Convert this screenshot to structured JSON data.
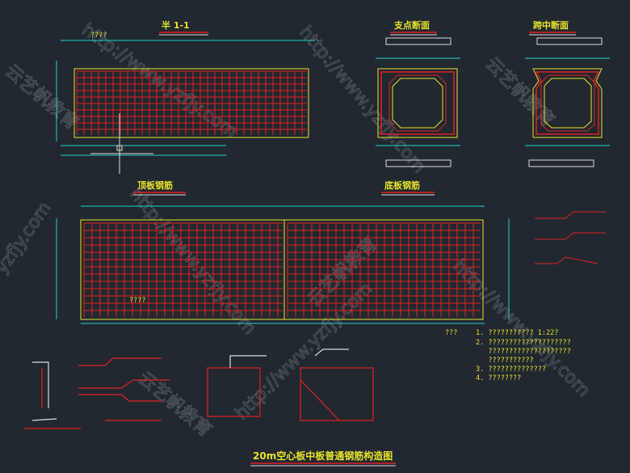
{
  "drawing": {
    "title": "20m空心板中板普通钢筋构造图",
    "views": {
      "half_section": "半 1-1",
      "support_section": "支点断面",
      "midspan_section": "跨中断面",
      "top_slab_rebar": "顶板钢筋",
      "bottom_slab_rebar": "底板钢筋"
    },
    "labels": {
      "section_tag": "????",
      "plan_tag": "????"
    },
    "notes": {
      "heading": "???",
      "items": [
        "1. ??????????? 1:22?",
        "2. ????????????????????",
        "   ????????????????????",
        "   ???????????",
        "3. ??????????????",
        "4. ????????"
      ]
    },
    "watermarks": [
      "http://www.yzfjy.com",
      "云艺帆教育",
      "yzfjy.com",
      "云艺帆教育"
    ],
    "colors": {
      "background": "#212830",
      "rebar": "#e02020",
      "outline": "#e8e22a",
      "dimension": "#22d0d0",
      "white": "#e0e0e0"
    }
  }
}
